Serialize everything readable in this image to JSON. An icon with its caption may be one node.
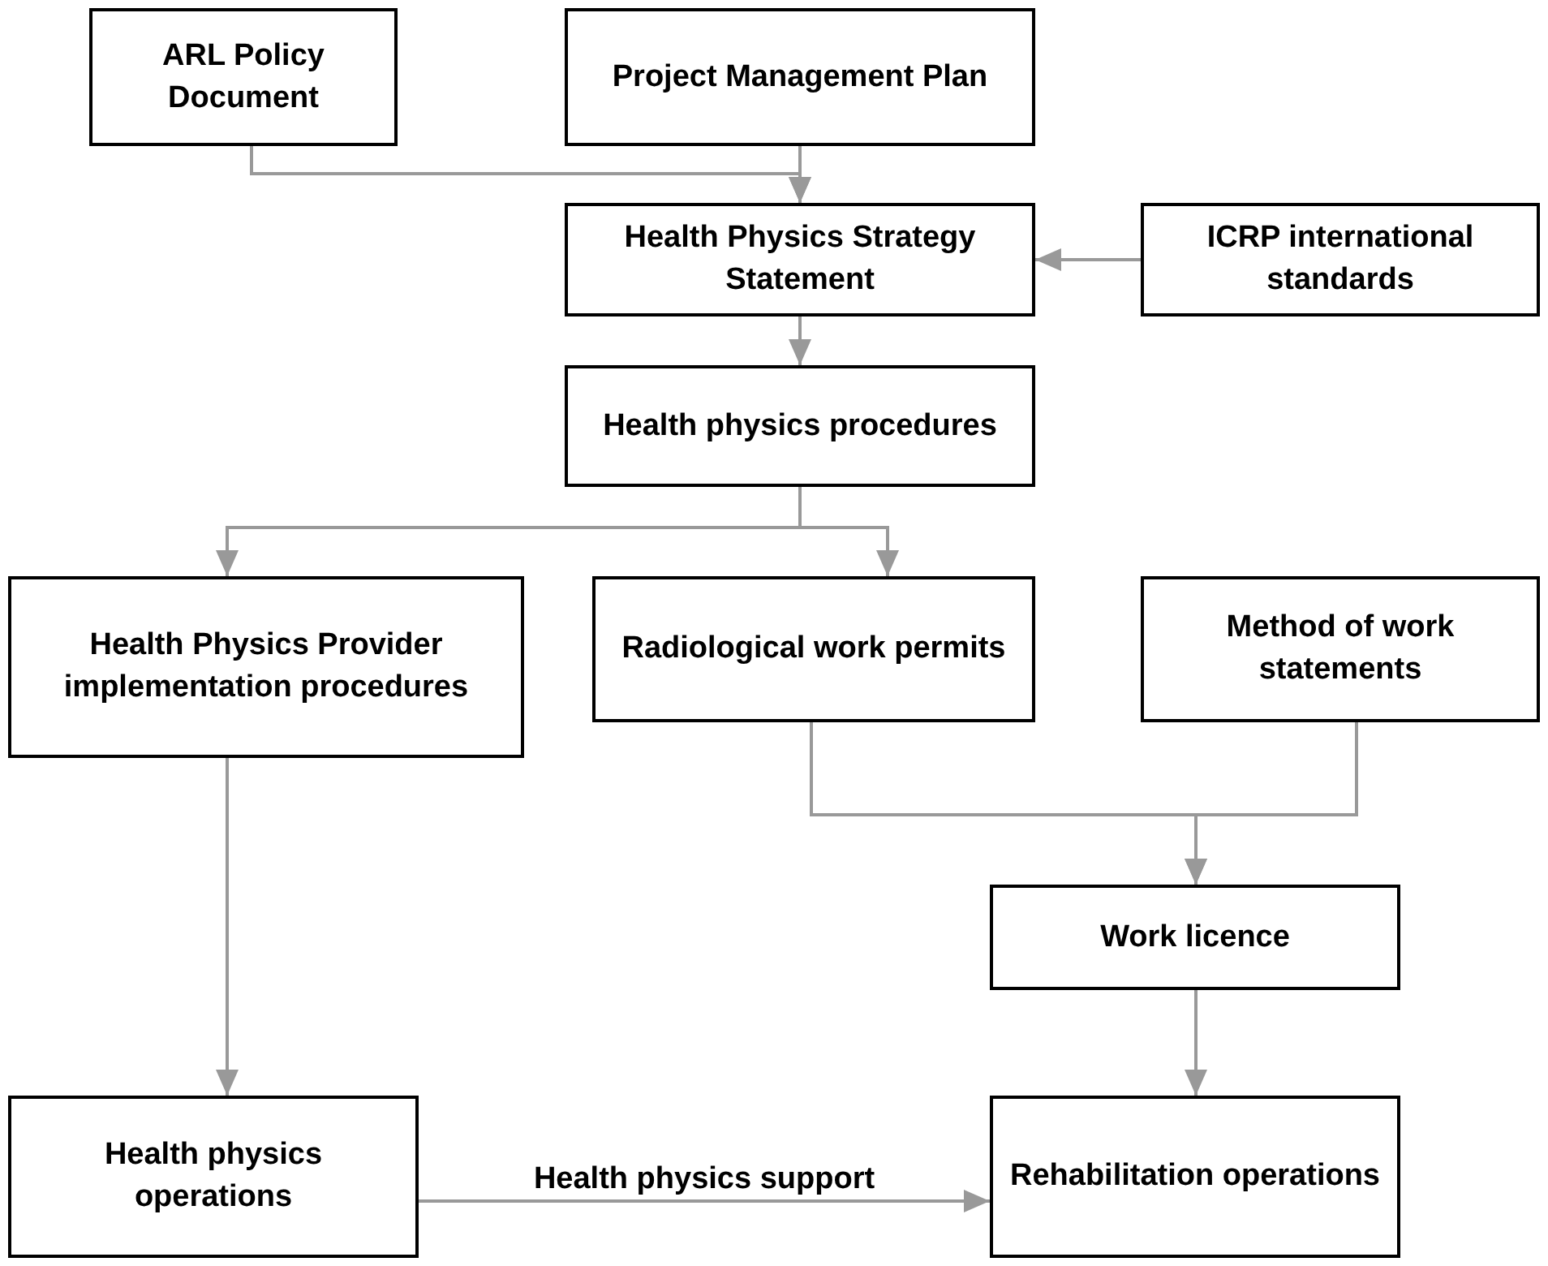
{
  "diagram": {
    "nodes": [
      {
        "text": [
          "ARL Policy Document"
        ]
      },
      {
        "text": [
          "Project Management Plan"
        ]
      },
      {
        "text": [
          "Health Physics Strategy Statement"
        ]
      },
      {
        "text": [
          "ICRP international standards"
        ]
      },
      {
        "text": [
          "Health physics procedures"
        ]
      },
      {
        "text": [
          "Health Physics Provider implementation procedures"
        ]
      },
      {
        "text": [
          "Radiological work permits"
        ]
      },
      {
        "text": [
          "Method of work statements"
        ]
      },
      {
        "text": [
          "Work licence"
        ]
      },
      {
        "text": [
          "Health physics operations"
        ]
      },
      {
        "text": [
          "Rehabilitation operations"
        ]
      }
    ],
    "edges": [
      {
        "from": 0,
        "to": 2,
        "arrow": "to"
      },
      {
        "from": 1,
        "to": 2,
        "arrow": "to"
      },
      {
        "from": 3,
        "to": 2,
        "arrow": "to"
      },
      {
        "from": 2,
        "to": 4,
        "arrow": "to"
      },
      {
        "from": 4,
        "to": 5,
        "arrow": "to"
      },
      {
        "from": 4,
        "to": 6,
        "arrow": "to"
      },
      {
        "from": 6,
        "to": 8,
        "arrow": "to"
      },
      {
        "from": 7,
        "to": 8,
        "arrow": "to"
      },
      {
        "from": 5,
        "to": 9,
        "arrow": "to"
      },
      {
        "from": 8,
        "to": 10,
        "arrow": "to"
      },
      {
        "from": 9,
        "to": 10,
        "arrow": "to",
        "label": "Health physics support"
      }
    ]
  }
}
